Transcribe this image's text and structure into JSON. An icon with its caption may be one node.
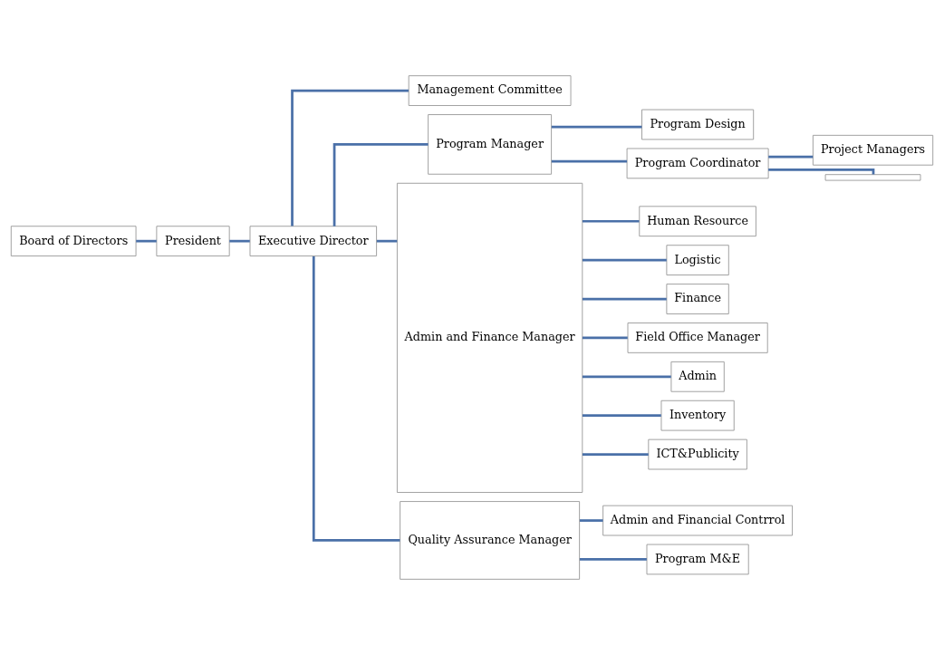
{
  "diagram": {
    "nodes": [
      {
        "text": [
          "Board of Directors"
        ]
      },
      {
        "text": [
          "President"
        ]
      },
      {
        "text": [
          "Executive Director"
        ]
      },
      {
        "text": [
          "Management Committee"
        ]
      },
      {
        "text": [
          "Program Manager"
        ]
      },
      {
        "text": [
          "Admin and Finance Manager"
        ]
      },
      {
        "text": [
          "Quality Assurance Manager"
        ]
      },
      {
        "text": [
          "Program Design"
        ]
      },
      {
        "text": [
          "Program Coordinator"
        ]
      },
      {
        "text": [
          "Project Managers"
        ]
      },
      {
        "text": [],
        "shape": "box"
      },
      {
        "text": [
          "Human Resource"
        ]
      },
      {
        "text": [
          "Logistic"
        ]
      },
      {
        "text": [
          "Finance"
        ]
      },
      {
        "text": [
          "Field Office Manager"
        ]
      },
      {
        "text": [
          "Admin"
        ]
      },
      {
        "text": [
          "Inventory"
        ]
      },
      {
        "text": [
          "ICT&Publicity"
        ]
      },
      {
        "text": [
          "Admin and Financial Contrrol"
        ]
      },
      {
        "text": [
          "Program M&E"
        ]
      }
    ],
    "edges": [
      {
        "from": 0,
        "to": 1,
        "arrow": "none"
      },
      {
        "from": 1,
        "to": 2,
        "arrow": "none"
      },
      {
        "from": 2,
        "to": 3,
        "arrow": "none"
      },
      {
        "from": 2,
        "to": 4,
        "arrow": "none"
      },
      {
        "from": 2,
        "to": 5,
        "arrow": "none"
      },
      {
        "from": 2,
        "to": 6,
        "arrow": "none"
      },
      {
        "from": 4,
        "to": 7,
        "arrow": "none"
      },
      {
        "from": 4,
        "to": 8,
        "arrow": "none"
      },
      {
        "from": 8,
        "to": 9,
        "arrow": "none"
      },
      {
        "from": 8,
        "to": 10,
        "arrow": "none"
      },
      {
        "from": 5,
        "to": 11,
        "arrow": "none"
      },
      {
        "from": 5,
        "to": 12,
        "arrow": "none"
      },
      {
        "from": 5,
        "to": 13,
        "arrow": "none"
      },
      {
        "from": 5,
        "to": 14,
        "arrow": "none"
      },
      {
        "from": 5,
        "to": 15,
        "arrow": "none"
      },
      {
        "from": 5,
        "to": 16,
        "arrow": "none"
      },
      {
        "from": 5,
        "to": 17,
        "arrow": "none"
      },
      {
        "from": 6,
        "to": 18,
        "arrow": "none"
      },
      {
        "from": 6,
        "to": 19,
        "arrow": "none"
      }
    ]
  }
}
